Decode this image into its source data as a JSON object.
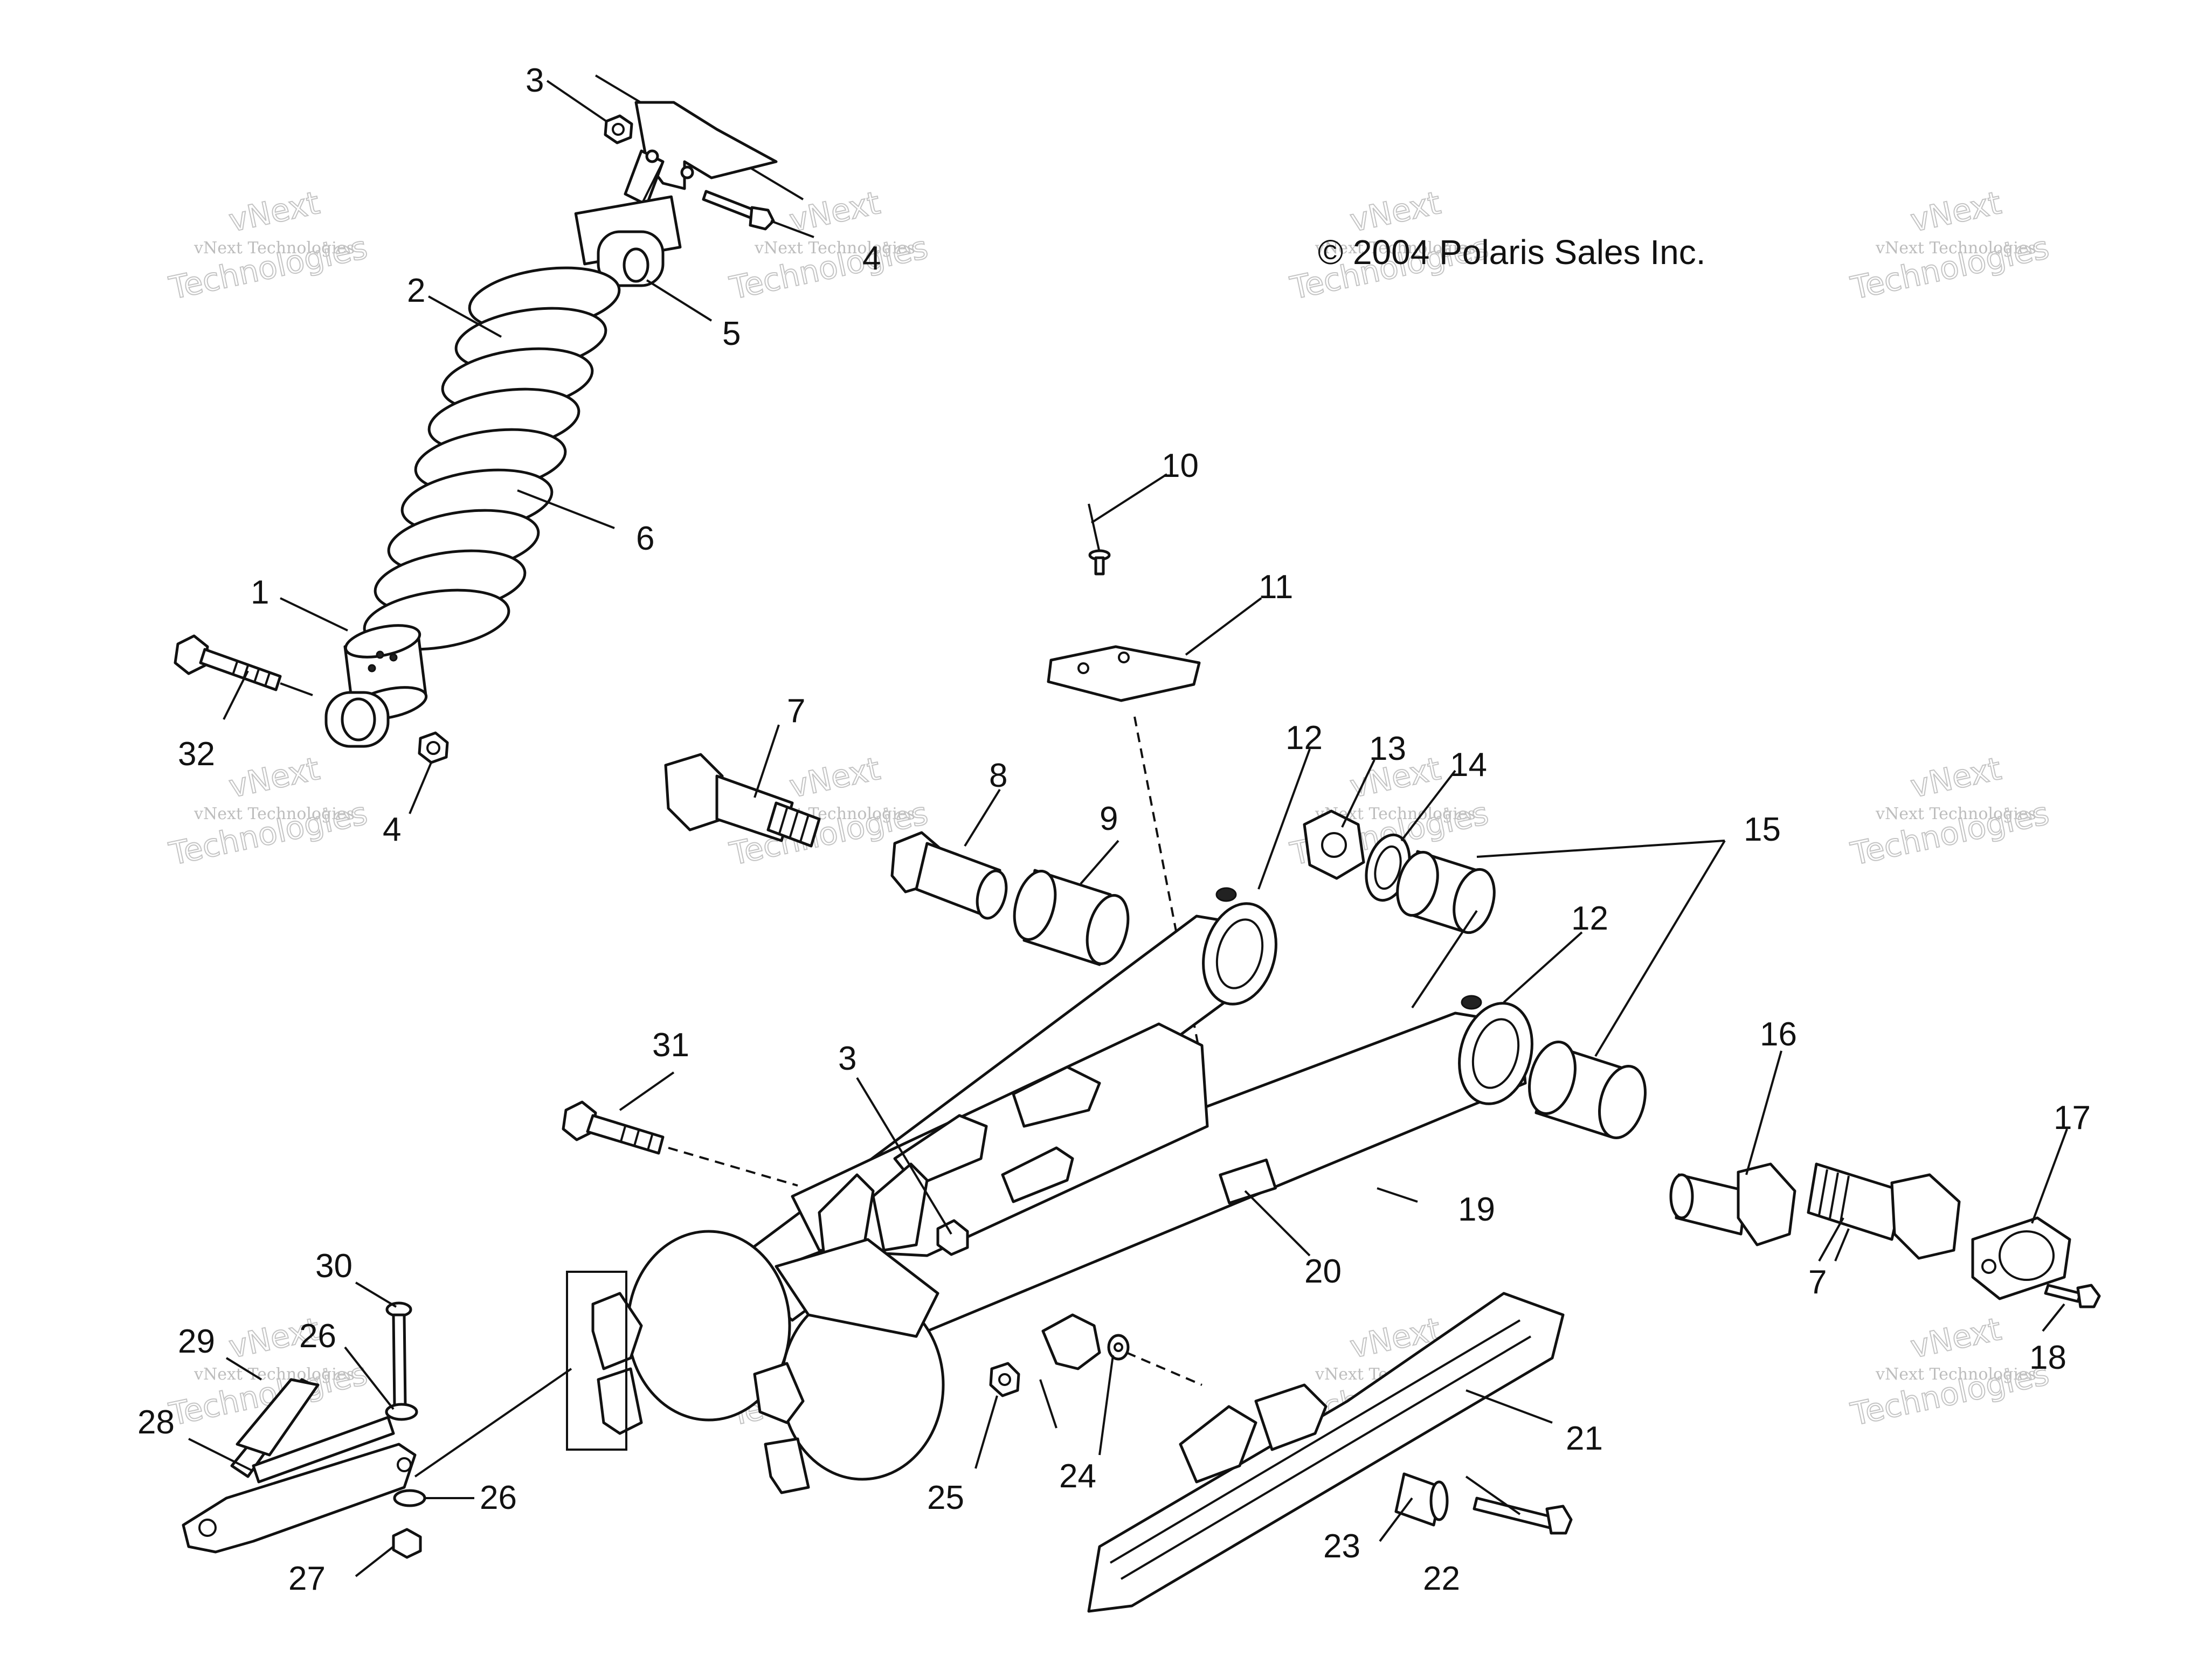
{
  "copyright": "© 2004 Polaris Sales Inc.",
  "watermark": {
    "line1": "vNext Technologies",
    "line2": "vNext",
    "line3": "Technologies"
  },
  "callouts": {
    "c1": "1",
    "c2": "2",
    "c3a": "3",
    "c3b": "3",
    "c4a": "4",
    "c4b": "4",
    "c5": "5",
    "c6": "6",
    "c7a": "7",
    "c7b": "7",
    "c8": "8",
    "c9": "9",
    "c10": "10",
    "c11": "11",
    "c12a": "12",
    "c12b": "12",
    "c13": "13",
    "c14": "14",
    "c15": "15",
    "c16": "16",
    "c17": "17",
    "c18": "18",
    "c19": "19",
    "c20": "20",
    "c21": "21",
    "c22": "22",
    "c23": "23",
    "c24": "24",
    "c25": "25",
    "c26a": "26",
    "c26b": "26",
    "c27": "27",
    "c28": "28",
    "c29": "29",
    "c30": "30",
    "c31": "31",
    "c32": "32"
  }
}
